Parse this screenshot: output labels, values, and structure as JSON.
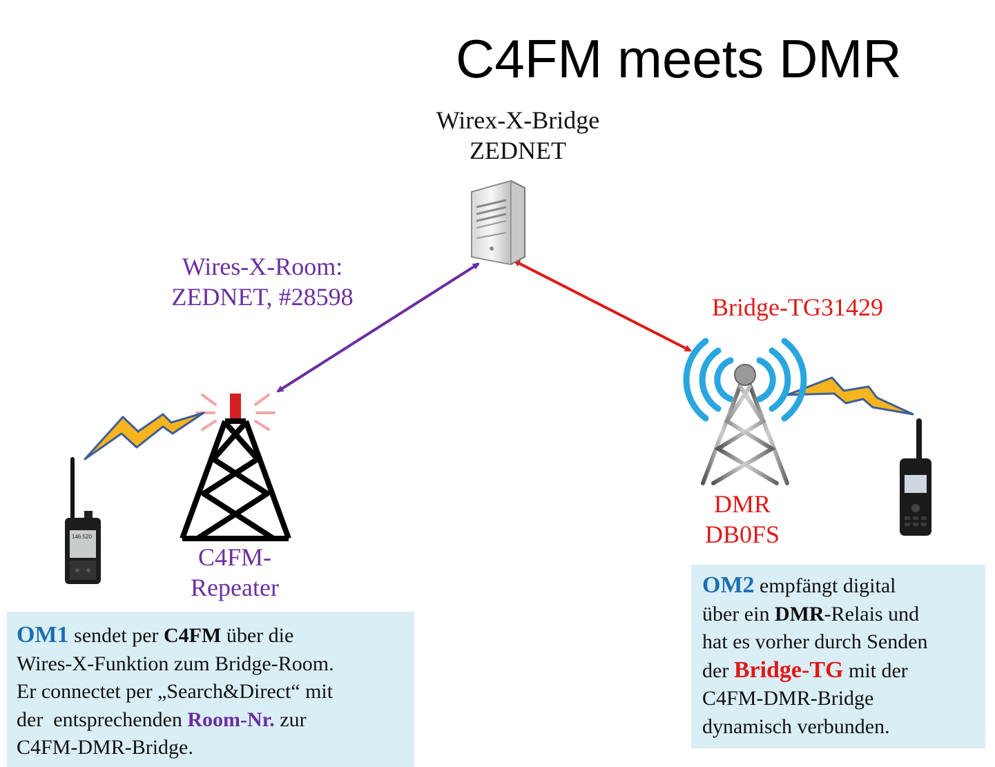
{
  "title": "C4FM meets DMR",
  "bridge": {
    "line1": "Wirex-X-Bridge",
    "line2": "ZEDNET"
  },
  "room": {
    "line1": "Wires-X-Room:",
    "line2": "ZEDNET, #28598"
  },
  "tg": {
    "label": "Bridge-TG31429"
  },
  "dmr": {
    "line1": "DMR",
    "line2": "DB0FS"
  },
  "c4fm": {
    "line1": "C4FM-",
    "line2": "Repeater"
  },
  "box1": {
    "om": "OM1",
    "t1": " sendet per ",
    "c4fm": "C4FM",
    "t2": " über die",
    "line2": "Wires-X-Funktion zum Bridge-Room.",
    "line3": "Er connectet per „Search&Direct“ mit",
    "t4a": "der  entsprechenden ",
    "room": "Room-Nr.",
    "t4b": " zur",
    "line5": "C4FM-DMR-Bridge."
  },
  "box2": {
    "om": "OM2",
    "t1": " empfängt digital",
    "t2a": "über ein ",
    "dmr": "DMR",
    "t2b": "-Relais und",
    "line3": "hat es vorher durch Senden",
    "t4a": "der ",
    "tg": "Bridge-TG",
    "t4b": " mit der",
    "line5": "C4FM-DMR-Bridge",
    "line6": "dynamisch verbunden."
  },
  "colors": {
    "purple": "#6a2fa0",
    "red": "#e01818",
    "blue": "#1b6fb0",
    "box_bg": "#daeef5",
    "bolt": "#f6b51e",
    "dmr_waves": "#29a6e0"
  },
  "icons": [
    "server-icon",
    "repeater-tower-icon",
    "dmr-tower-icon",
    "handheld-radio-c4fm-icon",
    "handheld-radio-dmr-icon",
    "lightning-bolt-icon"
  ]
}
